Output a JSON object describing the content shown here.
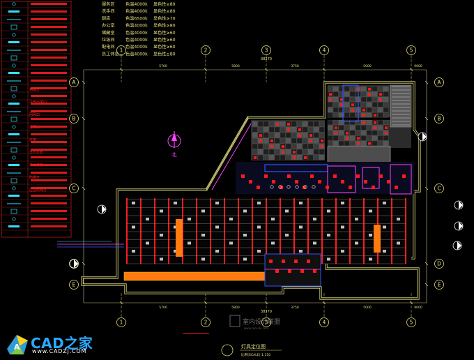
{
  "drawing": {
    "title": "灯具定位图",
    "scale_text": "比例(SCALE) 1:150",
    "north_label": "北",
    "watermark_center": "室内设计联盟",
    "watermark_center_url": "www.cool-de.com",
    "watermark_logo_text": "CAD之家",
    "watermark_logo_url": "www.CADZJ.COM"
  },
  "room_spec_table": [
    {
      "room": "服务区",
      "temp": "色温4000k",
      "cri": "显色性≥80"
    },
    {
      "room": "洗手间",
      "temp": "色温4000k",
      "cri": "显色性≥80"
    },
    {
      "room": "厨房",
      "temp": "色温6500k",
      "cri": "显色性≥70"
    },
    {
      "room": "办公室",
      "temp": "色温4000k",
      "cri": "显色性≥80"
    },
    {
      "room": "储藏室",
      "temp": "色温4000k",
      "cri": "显色性≥60"
    },
    {
      "room": "垃圾间",
      "temp": "色温4000k",
      "cri": "显色性≥60"
    },
    {
      "room": "配电间",
      "temp": "色温4000k",
      "cri": "显色性≥60"
    },
    {
      "room": "员工休息室",
      "temp": "色温4000k",
      "cri": "显色性≥80"
    }
  ],
  "legend_labels": [
    "格栅灯",
    "冷气出风口",
    "回风口",
    "排风口",
    "灯带",
    "日光灯管",
    "日光灯管",
    "防雾灯",
    "应急照明灯"
  ],
  "top_dims": [
    "5700",
    "5800",
    "3750",
    "5000",
    "9000"
  ],
  "top_total": "38370",
  "bottom_dims": [
    "5700",
    "5800",
    "3750",
    "5000",
    "9000"
  ],
  "bottom_total": "38370",
  "col_axes": [
    "1",
    "2",
    "3",
    "4",
    "5"
  ],
  "row_axes": [
    "A",
    "B",
    "C",
    "D",
    "E"
  ],
  "colors": {
    "bg": "#000000",
    "wall": "#e6e080",
    "grid": "#c9c38a",
    "red": "#ff1a1a",
    "magenta": "#ff44ff",
    "blue": "#3355ff",
    "gray": "#888888",
    "orange": "#ff7a10",
    "legendRed": "#ff2020",
    "legendCyan": "#35e0ff"
  }
}
